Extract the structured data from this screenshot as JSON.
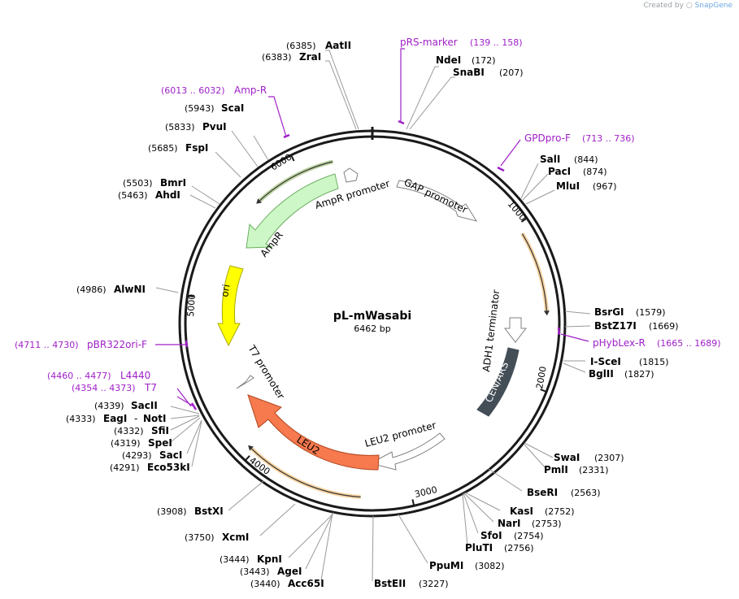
{
  "credit": {
    "prefix": "Created by",
    "brand": "SnapGene"
  },
  "plasmid": {
    "name": "pL-mWasabi",
    "length_label": "6462 bp",
    "length": 6462
  },
  "tick_labels": [
    "1000",
    "2000",
    "3000",
    "4000",
    "5000",
    "6000"
  ],
  "features": [
    {
      "label": "GAP promoter",
      "color": "#ffffff",
      "stroke": "#808080"
    },
    {
      "label": "ADH1 terminator",
      "color": "#ffffff",
      "stroke": "#808080"
    },
    {
      "label": "CEN/ARS",
      "color": "#444e57",
      "stroke": "#444e57"
    },
    {
      "label": "LEU2 promoter",
      "color": "#ffffff",
      "stroke": "#808080"
    },
    {
      "label": "LEU2",
      "color": "#f7794e",
      "stroke": "#b0471f"
    },
    {
      "label": "T7 promoter",
      "color": "#ffffff",
      "stroke": "#808080"
    },
    {
      "label": "ori",
      "color": "#ffff00",
      "stroke": "#a9a900"
    },
    {
      "label": "AmpR",
      "color": "#cdf7c6",
      "stroke": "#6eae64"
    },
    {
      "label": "AmpR promoter",
      "color": "#ffffff",
      "stroke": "#808080"
    }
  ],
  "primers": [
    {
      "name": "pRS-marker",
      "range": "(139 .. 158)"
    },
    {
      "name": "GPDpro-F",
      "range": "(713 .. 736)"
    },
    {
      "name": "pHybLex-R",
      "range": "(1665 .. 1689)"
    },
    {
      "name": "L4440",
      "range": "(4460 .. 4477)"
    },
    {
      "name": "T7",
      "range": "(4354 .. 4373)"
    },
    {
      "name": "pBR322ori-F",
      "range": "(4711 .. 4730)"
    },
    {
      "name": "Amp-R",
      "range": "(6013 .. 6032)"
    }
  ],
  "enzymes": [
    {
      "name": "AatII",
      "pos": "(6385)"
    },
    {
      "name": "ZraI",
      "pos": "(6383)"
    },
    {
      "name": "NdeI",
      "pos": "(172)"
    },
    {
      "name": "SnaBI",
      "pos": "(207)"
    },
    {
      "name": "SalI",
      "pos": "(844)"
    },
    {
      "name": "PacI",
      "pos": "(874)"
    },
    {
      "name": "MluI",
      "pos": "(967)"
    },
    {
      "name": "ScaI",
      "pos": "(5943)"
    },
    {
      "name": "PvuI",
      "pos": "(5833)"
    },
    {
      "name": "FspI",
      "pos": "(5685)"
    },
    {
      "name": "BmrI",
      "pos": "(5503)"
    },
    {
      "name": "AhdI",
      "pos": "(5463)"
    },
    {
      "name": "AlwNI",
      "pos": "(4986)"
    },
    {
      "name": "BsrGI",
      "pos": "(1579)"
    },
    {
      "name": "BstZ17I",
      "pos": "(1669)"
    },
    {
      "name": "I-SceI",
      "pos": "(1815)"
    },
    {
      "name": "BglII",
      "pos": "(1827)"
    },
    {
      "name": "SacII",
      "pos": "(4339)"
    },
    {
      "name": "EagI",
      "pos": "(4333)"
    },
    {
      "name": "NotI",
      "pos": ""
    },
    {
      "name": "SfiI",
      "pos": "(4332)"
    },
    {
      "name": "SpeI",
      "pos": "(4319)"
    },
    {
      "name": "SacI",
      "pos": "(4293)"
    },
    {
      "name": "Eco53kI",
      "pos": "(4291)"
    },
    {
      "name": "SwaI",
      "pos": "(2307)"
    },
    {
      "name": "PmlI",
      "pos": "(2331)"
    },
    {
      "name": "BseRI",
      "pos": "(2563)"
    },
    {
      "name": "KasI",
      "pos": "(2752)"
    },
    {
      "name": "NarI",
      "pos": "(2753)"
    },
    {
      "name": "SfoI",
      "pos": "(2754)"
    },
    {
      "name": "PluTI",
      "pos": "(2756)"
    },
    {
      "name": "PpuMI",
      "pos": "(3082)"
    },
    {
      "name": "BstEII",
      "pos": "(3227)"
    },
    {
      "name": "BstXI",
      "pos": "(3908)"
    },
    {
      "name": "XcmI",
      "pos": "(3750)"
    },
    {
      "name": "KpnI",
      "pos": "(3444)"
    },
    {
      "name": "AgeI",
      "pos": "(3443)"
    },
    {
      "name": "Acc65I",
      "pos": "(3440)"
    }
  ],
  "colors": {
    "primer": "#a020c8",
    "backbone": "#1a1a1a",
    "leader": "#9a9a9a",
    "text": "#000000"
  }
}
